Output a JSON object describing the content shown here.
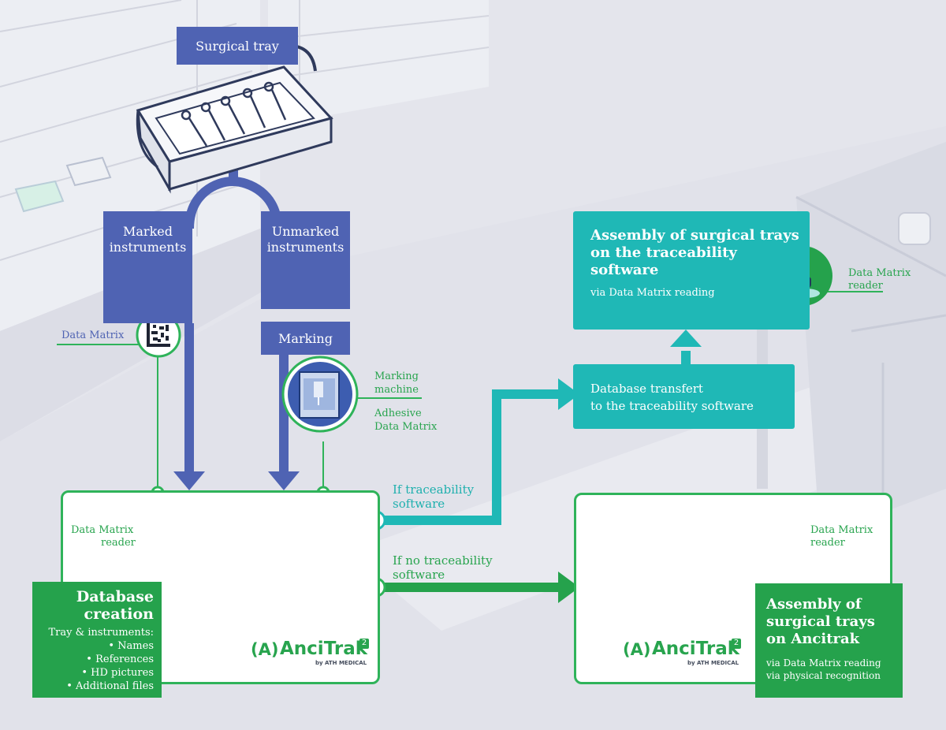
{
  "surgical_tray": {
    "title": "Surgical tray"
  },
  "marked": {
    "line1": "Marked",
    "line2": "instruments"
  },
  "unmarked": {
    "line1": "Unmarked",
    "line2": "instruments"
  },
  "marking": {
    "title": "Marking"
  },
  "data_matrix_label": "Data Matrix",
  "marking_machine": {
    "line1": "Marking",
    "line2": "machine"
  },
  "adhesive": {
    "line1": "Adhesive",
    "line2": "Data Matrix"
  },
  "branch": {
    "traceability": {
      "line1": "If traceability",
      "line2": "software"
    },
    "no_traceability": {
      "line1": "If no traceability",
      "line2": "software"
    }
  },
  "database_transfer": {
    "line1": "Database transfert",
    "line2": "to the traceability software"
  },
  "assembly_software": {
    "line1": "Assembly of surgical trays",
    "line2": "on the traceability",
    "line3": "software",
    "sub": "via Data Matrix reading"
  },
  "reader_label": {
    "line1": "Data Matrix",
    "line2": "reader"
  },
  "database_creation": {
    "line1": "Database",
    "line2": "creation",
    "intro": "Tray & instruments:",
    "items": [
      "• Names",
      "• References",
      "• HD pictures",
      "• Additional files"
    ]
  },
  "assembly_ancitrak": {
    "line1": "Assembly of",
    "line2": "surgical trays",
    "line3": "on Ancitrak",
    "sub1": "via Data Matrix reading",
    "sub2": "via physical recognition"
  },
  "brand": {
    "logo_letter": "(A)",
    "name": "AnciTrak",
    "edition": "2",
    "by": "by ATH MEDICAL"
  },
  "colors": {
    "blue": "#4f63b3",
    "green": "#25a24c",
    "teal": "#1fb8b6",
    "background": "#e4e5ec"
  },
  "icons": [
    "surgical-tray-icon",
    "scissors-icon",
    "data-matrix-code-icon",
    "marking-machine-icon",
    "data-matrix-reader-icon",
    "ancitrak-scanner-icon",
    "arrow-icon"
  ]
}
